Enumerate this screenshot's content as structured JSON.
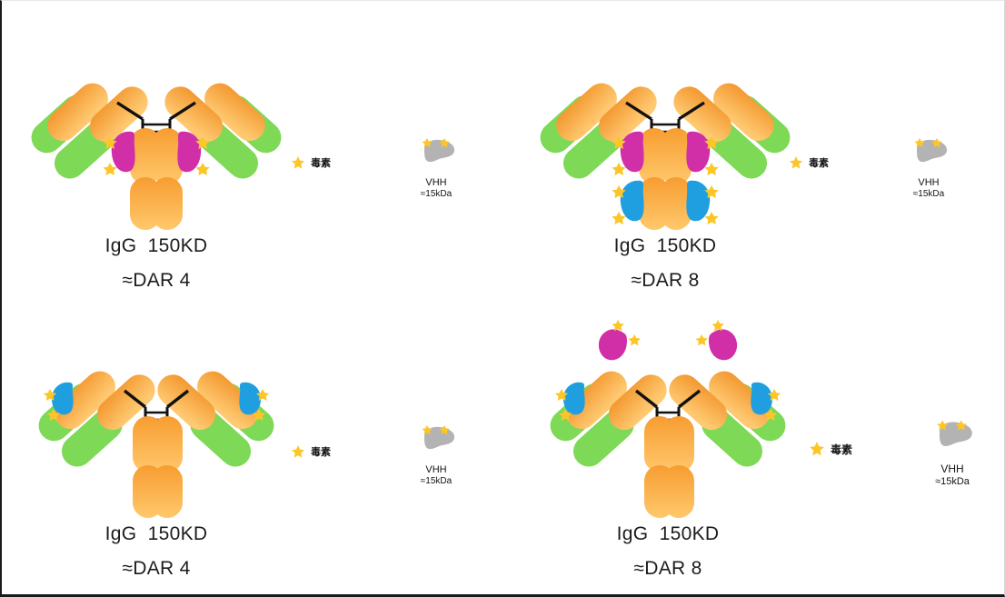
{
  "slide": {
    "background_color": "#ffffff",
    "border_color": "#1a1a1a"
  },
  "palette": {
    "heavy_chain_orange_dark": "#f59a32",
    "heavy_chain_orange_light": "#ffc768",
    "light_chain_green": "#7ed957",
    "vhh_magenta": "#d12fa8",
    "vhh_blue": "#1f9ee0",
    "vhh_gray": "#b3b3b3",
    "toxin_star_yellow": "#fcc628",
    "hinge_black": "#1a1a1a",
    "text_color": "#1c1c1c"
  },
  "icons": {
    "toxin": "star-icon",
    "vhh_legend": "vhh-blob-icon",
    "antibody": "igg-antibody-icon",
    "hinge": "disulfide-hinge-icon"
  },
  "legend_common": {
    "toxin_label": "毒素",
    "vhh_name": "VHH",
    "vhh_mass": "≈15kDa"
  },
  "panels": [
    {
      "id": "top-left",
      "caption_line1": "IgG  150KD",
      "caption_line2": "≈DAR 4",
      "dar_value": 4,
      "vhh_conjugates": [
        {
          "site": "ch1-inner-left",
          "color": "#d12fa8",
          "toxin_count": 2
        },
        {
          "site": "ch1-inner-right",
          "color": "#d12fa8",
          "toxin_count": 2
        }
      ],
      "total_toxins": 4,
      "legend": {
        "toxin_label": "毒素",
        "vhh_name": "VHH",
        "vhh_mass": "≈15kDa"
      }
    },
    {
      "id": "top-right",
      "caption_line1": "IgG  150KD",
      "caption_line2": "≈DAR 8",
      "dar_value": 8,
      "vhh_conjugates": [
        {
          "site": "ch2-left",
          "color": "#d12fa8",
          "toxin_count": 2
        },
        {
          "site": "ch2-right",
          "color": "#d12fa8",
          "toxin_count": 2
        },
        {
          "site": "ch3-left",
          "color": "#1f9ee0",
          "toxin_count": 2
        },
        {
          "site": "ch3-right",
          "color": "#1f9ee0",
          "toxin_count": 2
        }
      ],
      "total_toxins": 8,
      "legend": {
        "toxin_label": "毒素",
        "vhh_name": "VHH",
        "vhh_mass": "≈15kDa"
      }
    },
    {
      "id": "bottom-left",
      "caption_line1": "IgG  150KD",
      "caption_line2": "≈DAR 4",
      "dar_value": 4,
      "vhh_conjugates": [
        {
          "site": "light-chain-tip-left",
          "color": "#1f9ee0",
          "toxin_count": 2
        },
        {
          "site": "light-chain-tip-right",
          "color": "#1f9ee0",
          "toxin_count": 2
        }
      ],
      "total_toxins": 4,
      "legend": {
        "toxin_label": "毒素",
        "vhh_name": "VHH",
        "vhh_mass": "≈15kDa"
      }
    },
    {
      "id": "bottom-right",
      "caption_line1": "IgG  150KD",
      "caption_line2": "≈DAR 8",
      "dar_value": 8,
      "vhh_conjugates": [
        {
          "site": "fab-upper-left",
          "color": "#d12fa8",
          "toxin_count": 2
        },
        {
          "site": "fab-upper-right",
          "color": "#d12fa8",
          "toxin_count": 2
        },
        {
          "site": "light-chain-tip-left",
          "color": "#1f9ee0",
          "toxin_count": 2
        },
        {
          "site": "light-chain-tip-right",
          "color": "#1f9ee0",
          "toxin_count": 2
        }
      ],
      "total_toxins": 8,
      "legend": {
        "toxin_label": "毒素",
        "vhh_name": "VHH",
        "vhh_mass": "≈15kDa"
      }
    }
  ]
}
